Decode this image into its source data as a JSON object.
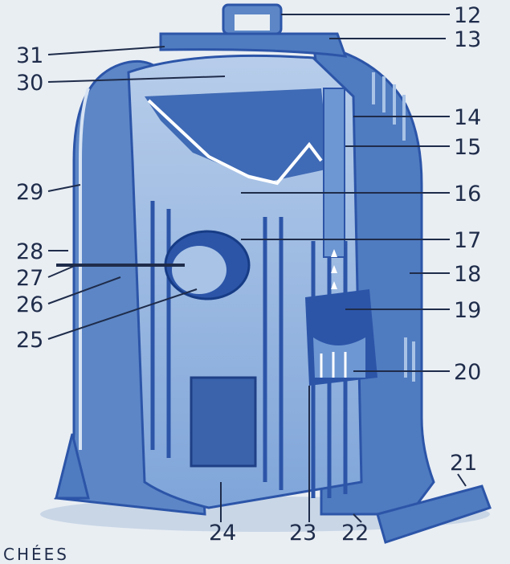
{
  "diagram": {
    "callouts": [
      {
        "id": "12",
        "label": "12"
      },
      {
        "id": "13",
        "label": "13"
      },
      {
        "id": "14",
        "label": "14"
      },
      {
        "id": "15",
        "label": "15"
      },
      {
        "id": "16",
        "label": "16"
      },
      {
        "id": "17",
        "label": "17"
      },
      {
        "id": "18",
        "label": "18"
      },
      {
        "id": "19",
        "label": "19"
      },
      {
        "id": "20",
        "label": "20"
      },
      {
        "id": "21",
        "label": "21"
      },
      {
        "id": "22",
        "label": "22"
      },
      {
        "id": "23",
        "label": "23"
      },
      {
        "id": "24",
        "label": "24"
      },
      {
        "id": "25",
        "label": "25"
      },
      {
        "id": "26",
        "label": "26"
      },
      {
        "id": "27",
        "label": "27"
      },
      {
        "id": "28",
        "label": "28"
      },
      {
        "id": "29",
        "label": "29"
      },
      {
        "id": "30",
        "label": "30"
      },
      {
        "id": "31",
        "label": "31"
      }
    ],
    "caption_fragment": "CHÉES"
  },
  "colors": {
    "background": "#e9eef3",
    "stove_light": "#a9c4e6",
    "stove_mid": "#6d97d2",
    "stove_dark": "#2c55a8",
    "ink": "#1f2c4a"
  }
}
